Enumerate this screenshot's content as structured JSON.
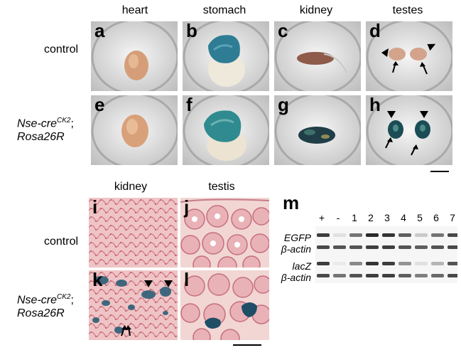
{
  "columns_top": [
    "heart",
    "stomach",
    "kidney",
    "testes"
  ],
  "rows_top": {
    "control": "control",
    "mutant_line1": "Nse-cre",
    "mutant_sup": "CK2",
    "mutant_semicolon": ";",
    "mutant_line2": "Rosa26R"
  },
  "panels": [
    "a",
    "b",
    "c",
    "d",
    "e",
    "f",
    "g",
    "h",
    "i",
    "j",
    "k",
    "l",
    "m"
  ],
  "columns_bottom": [
    "kidney",
    "testis"
  ],
  "gel": {
    "lanes": [
      "+",
      "-",
      "1",
      "2",
      "3",
      "4",
      "5",
      "6",
      "7"
    ],
    "row_labels": [
      "EGFP",
      "β-actin",
      "lacZ",
      "β-actin"
    ],
    "band_intensity": {
      "EGFP": [
        0.85,
        0.1,
        0.6,
        0.95,
        0.9,
        0.7,
        0.2,
        0.6,
        0.8
      ],
      "actin1": [
        0.8,
        0.75,
        0.75,
        0.85,
        0.85,
        0.75,
        0.7,
        0.75,
        0.8
      ],
      "lacZ": [
        0.85,
        0.05,
        0.5,
        0.9,
        0.85,
        0.45,
        0.1,
        0.3,
        0.75
      ],
      "actin2": [
        0.8,
        0.6,
        0.75,
        0.85,
        0.85,
        0.7,
        0.55,
        0.65,
        0.8
      ]
    }
  },
  "colors": {
    "xgal_blue": "#1f5e6e",
    "he_pink": "#e8a8ae",
    "tissue_tan": "#d7a07a"
  }
}
